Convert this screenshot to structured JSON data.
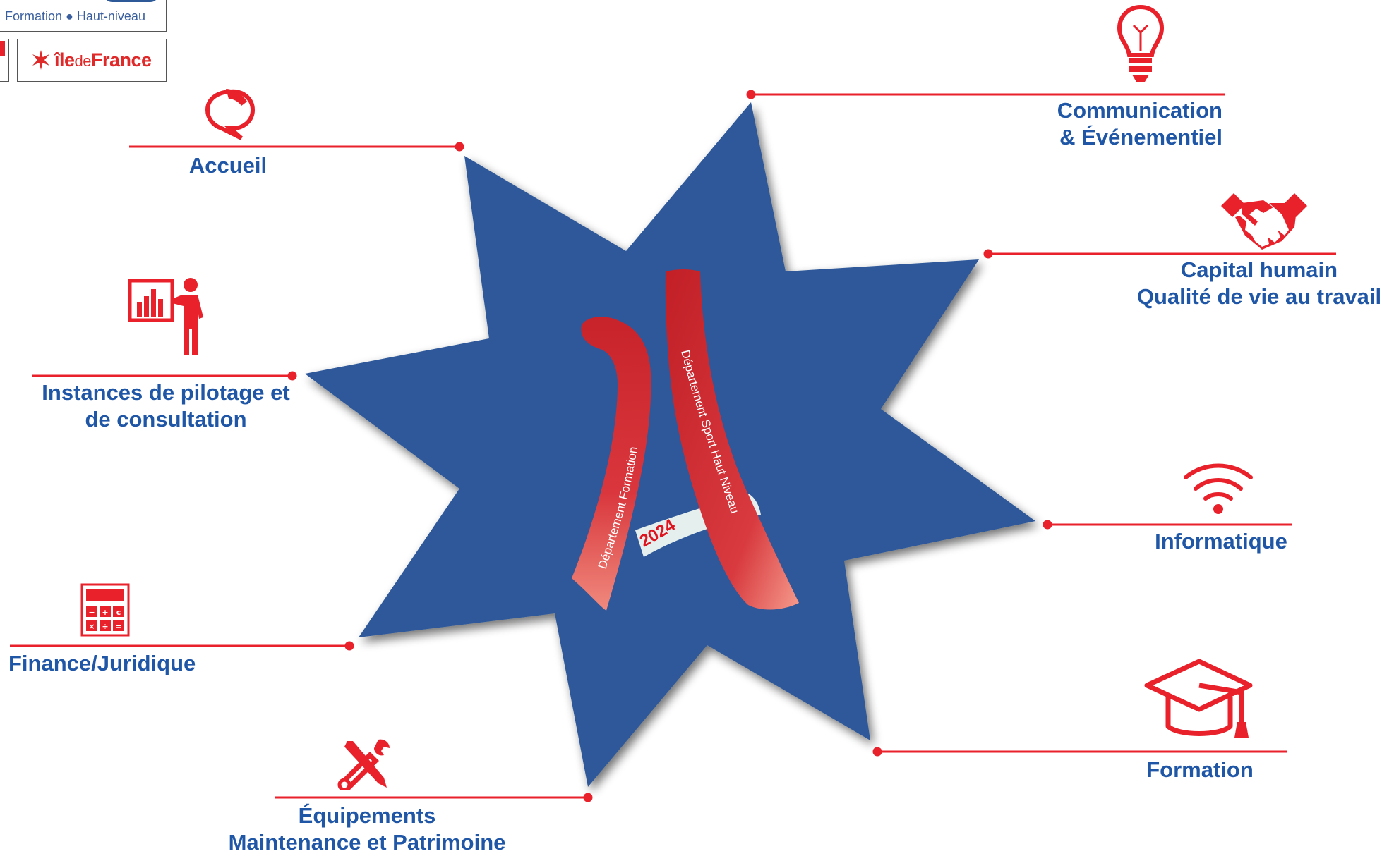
{
  "header": {
    "tagline": "Formation ● Haut-niveau",
    "region_logo": {
      "prefix": "île",
      "mid": "de",
      "suffix": "France"
    }
  },
  "center": {
    "ribbon_left": "Département Formation",
    "ribbon_right": "Département Sport Haut Niveau",
    "year": "2024"
  },
  "departments": [
    {
      "id": "accueil",
      "icon": "phone-chat-icon",
      "lines": [
        "Accueil"
      ]
    },
    {
      "id": "instances",
      "icon": "presentation-chart-icon",
      "lines": [
        "Instances de pilotage et",
        "de consultation"
      ]
    },
    {
      "id": "finance",
      "icon": "calculator-icon",
      "lines": [
        "Finance/Juridique"
      ]
    },
    {
      "id": "equipements",
      "icon": "tools-icon",
      "lines": [
        "Équipements",
        "Maintenance et Patrimoine"
      ]
    },
    {
      "id": "communication",
      "icon": "lightbulb-icon",
      "lines": [
        "Communication",
        "& Événementiel"
      ]
    },
    {
      "id": "capital",
      "icon": "handshake-icon",
      "lines": [
        "Capital humain",
        "Qualité de vie au travail"
      ]
    },
    {
      "id": "informatique",
      "icon": "wifi-icon",
      "lines": [
        "Informatique"
      ]
    },
    {
      "id": "formation",
      "icon": "graduation-cap-icon",
      "lines": [
        "Formation"
      ]
    }
  ],
  "colors": {
    "star": "#2d5999",
    "accent": "#e8212b",
    "label": "#1f56a6",
    "ribbon": "#d12a32",
    "banner": "#e4efee"
  }
}
